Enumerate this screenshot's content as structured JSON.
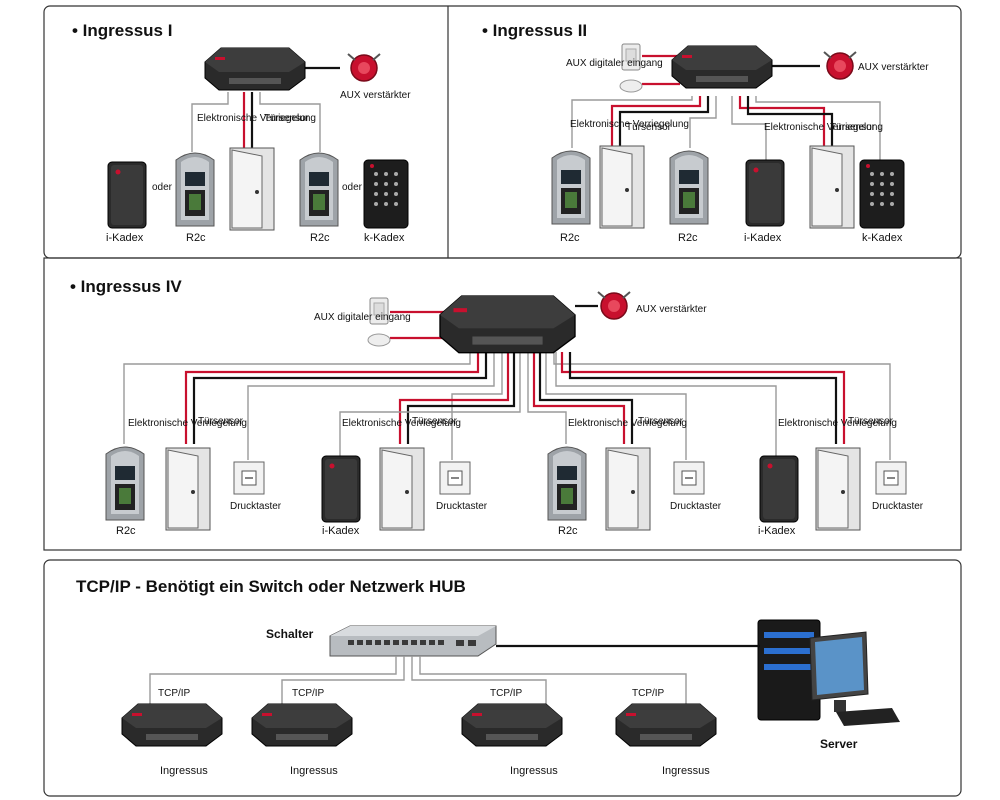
{
  "sections": {
    "ingressus1": {
      "title": "• Ingressus I",
      "aux_amp": "AUX verstärkter",
      "lock": "Elektronische Verriegelung",
      "door_sensor": "Türsensor",
      "or1": "oder",
      "or2": "oder",
      "dev1": "i-Kadex",
      "dev2": "R2c",
      "dev3": "R2c",
      "dev4": "k-Kadex"
    },
    "ingressus2": {
      "title": "• Ingressus II",
      "aux_input": "AUX digitaler eingang",
      "aux_amp": "AUX verstärkter",
      "lock": "Elektronische Verriegelung",
      "door_sensor1": "Türsensor",
      "door_sensor2": "Türsensor",
      "dev1": "R2c",
      "dev2": "R2c",
      "dev3": "i-Kadex",
      "dev4": "k-Kadex"
    },
    "ingressus4": {
      "title": "• Ingressus IV",
      "aux_input": "AUX digitaler eingang",
      "aux_amp": "AUX verstärkter",
      "lock": "Elektronische Verriegelung",
      "door_sensor": "Türsensor",
      "push_button": "Drucktaster",
      "dev1": "R2c",
      "dev2": "i-Kadex",
      "dev3": "R2c",
      "dev4": "i-Kadex"
    },
    "tcpip": {
      "title": "TCP/IP - Benötigt ein Switch oder Netzwerk HUB",
      "switch": "Schalter",
      "server": "Server",
      "link": "TCP/IP",
      "controller": "Ingressus"
    }
  },
  "colors": {
    "red_wire": "#c8102e",
    "black_wire": "#111111",
    "gray_wire": "#9a9a9a",
    "frame": "#333333"
  },
  "icons": [
    "controller-icon",
    "siren-icon",
    "reader-icon",
    "fingerprint-reader-icon",
    "keypad-reader-icon",
    "door-icon",
    "push-button-icon",
    "sensor-icon",
    "switch-icon",
    "server-icon"
  ]
}
